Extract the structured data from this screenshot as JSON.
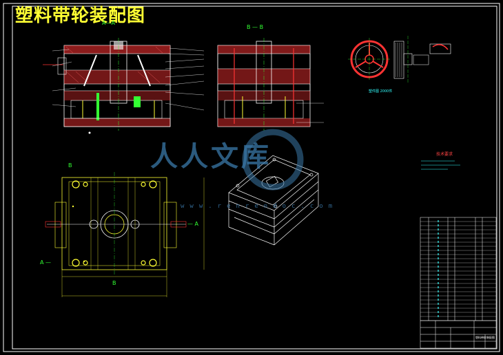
{
  "title": "塑料带轮装配图",
  "section_labels": {
    "front_aa": "A—A",
    "side_bb": "B — B",
    "plan_b_top": "B",
    "plan_b_bottom": "B",
    "plan_a_left": "A —",
    "plan_a_right": "— A"
  },
  "product_note": "塑件图 2000件",
  "tech_req_title": "技术要求",
  "watermark": {
    "text": "人人文库",
    "url": "www.renrendoc.com"
  },
  "title_block": {
    "drawing_name": "塑料带轮装配图"
  },
  "colors": {
    "background": "#000000",
    "frame": "#ffffff",
    "title": "#ffff33",
    "section_line": "#33ff33",
    "watermark": "#3a78a8",
    "part_red": "#ff3333",
    "part_yellow": "#ffff33",
    "part_cyan": "#33ffff"
  }
}
